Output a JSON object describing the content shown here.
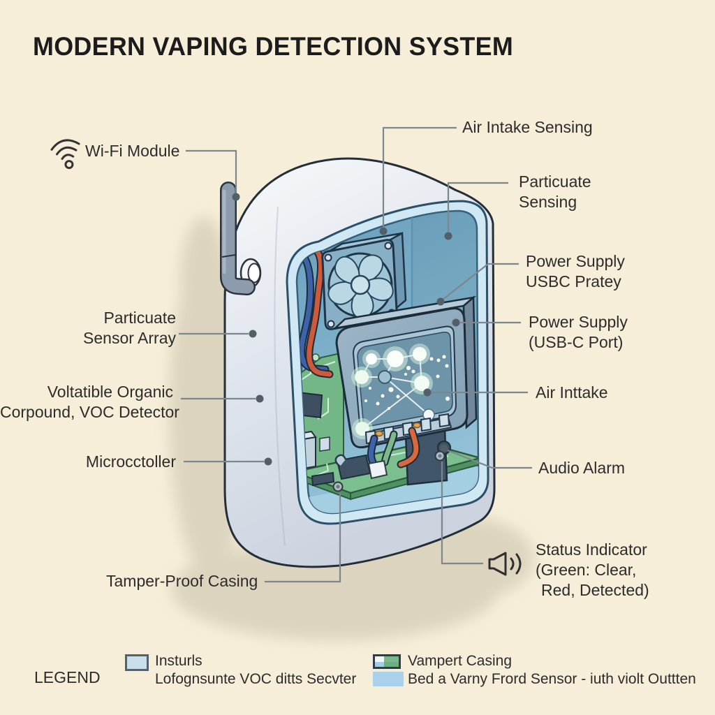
{
  "title": "MODERN VAPING DETECTION SYSTEM",
  "labels": {
    "wifi_module": {
      "text": "Wi-Fi Module"
    },
    "air_intake_sensing": {
      "text": "Air Intake Sensing"
    },
    "particulate_sensing": {
      "line1": "Particuate",
      "line2": "Sensing"
    },
    "power_supply_pratey": {
      "line1": "Power Supply",
      "line2": "USBC Pratey"
    },
    "power_supply_port": {
      "line1": "Power Supply",
      "line2": "(USB-C Port)"
    },
    "air_intake": {
      "text": "Air Inttake"
    },
    "audio_alarm": {
      "text": "Audio Alarm"
    },
    "status_indicator": {
      "line1": "Status Indicator",
      "line2": "(Green: Clear,",
      "line3": "Red, Detected)"
    },
    "particulate_sensor_array": {
      "line1": "Particuate",
      "line2": "Sensor Array"
    },
    "voc_detector": {
      "line1": "Voltatible Organic",
      "line2": "Corpound, VOC Detector"
    },
    "microcontroller": {
      "text": "Microcctoller"
    },
    "tamper_proof_casing": {
      "text": "Tamper-Proof Casing"
    }
  },
  "icons": {
    "wifi": "wifi-icon",
    "speaker": "speaker-icon"
  },
  "legend": {
    "title": "LEGEND",
    "col1_line1": "Insturls",
    "col1_line2": "Lofognsunte VOC ditts Secvter",
    "col2_row1": "Vampert Casing",
    "col2_row2": "Bed a Varny Frord Sensor - iuth violt Outtten"
  },
  "colors": {
    "background": "#f6eed8",
    "casing": "#e3e8ee",
    "window_rim": "#cfe8f4",
    "interior_blue": "#7db0c9",
    "pcb_green": "#74b787",
    "wire_red": "#cd5a3d",
    "wire_blue": "#3f63a8",
    "wire_green": "#7cb98b",
    "wire_orange": "#d8693f",
    "leader_line": "#7b868d",
    "text": "#2c2c2c"
  }
}
